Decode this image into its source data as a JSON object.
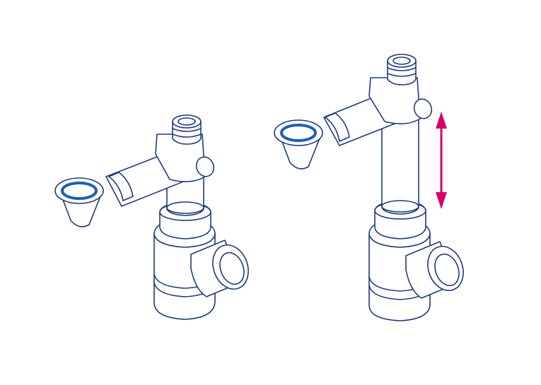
{
  "colors": {
    "outline": "#1f3a7a",
    "ring": "#1f5fb4",
    "arrow": "#d6006c",
    "background": "#ffffff"
  },
  "figures": [
    {
      "id": "trap-compact",
      "state": "retracted"
    },
    {
      "id": "trap-extended",
      "state": "extended"
    }
  ],
  "indicator": {
    "icon": "double-arrow-vertical-icon"
  }
}
